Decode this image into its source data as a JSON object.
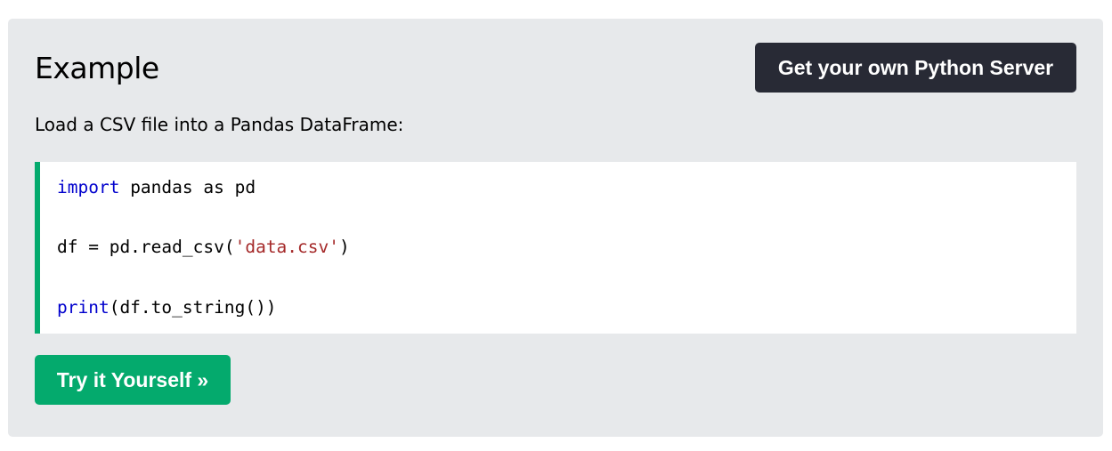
{
  "example": {
    "title": "Example",
    "server_button_label": "Get your own Python Server",
    "description": "Load a CSV file into a Pandas DataFrame:",
    "code": {
      "line1": {
        "keyword": "import",
        "rest": " pandas as pd"
      },
      "line2": {
        "prefix": "df = pd.read_csv(",
        "string": "'data.csv'",
        "suffix": ")"
      },
      "line3": {
        "keyword": "print",
        "rest": "(df.to_string())"
      }
    },
    "try_button_label": "Try it Yourself »"
  },
  "colors": {
    "panel_background": "#e7e9eb",
    "server_button_background": "#282a35",
    "accent_green": "#04aa6d",
    "keyword": "#0000cd",
    "string": "#a52a2a"
  }
}
